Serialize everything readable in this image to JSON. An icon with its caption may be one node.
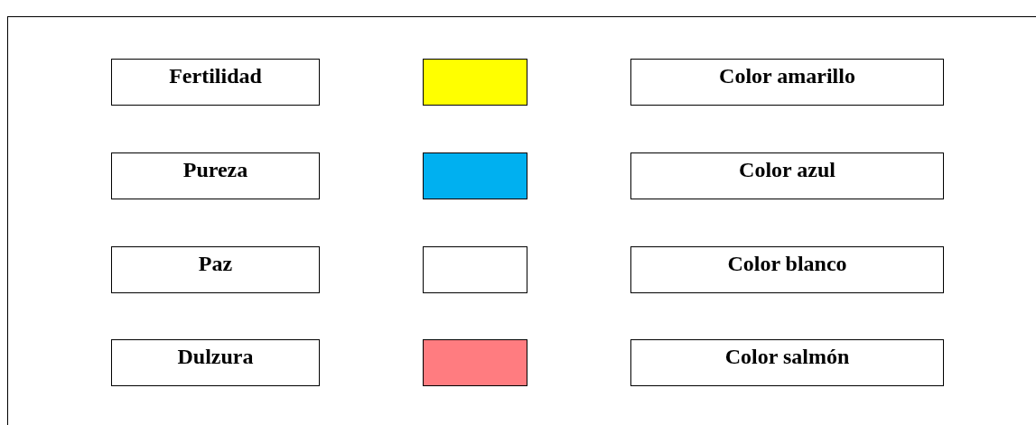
{
  "diagram": {
    "nodes": [
      {
        "text": [
          "Fertilidad"
        ]
      },
      {
        "text": [],
        "shape": "box"
      },
      {
        "text": [
          "Color amarillo"
        ]
      },
      {
        "text": [
          "Pureza"
        ]
      },
      {
        "text": [],
        "shape": "box"
      },
      {
        "text": [
          "Color azul"
        ]
      },
      {
        "text": [
          "Paz"
        ]
      },
      {
        "text": [],
        "shape": "box"
      },
      {
        "text": [
          "Color blanco"
        ]
      },
      {
        "text": [
          "Dulzura"
        ]
      },
      {
        "text": [],
        "shape": "box"
      },
      {
        "text": [
          "Color salmón"
        ]
      }
    ]
  }
}
